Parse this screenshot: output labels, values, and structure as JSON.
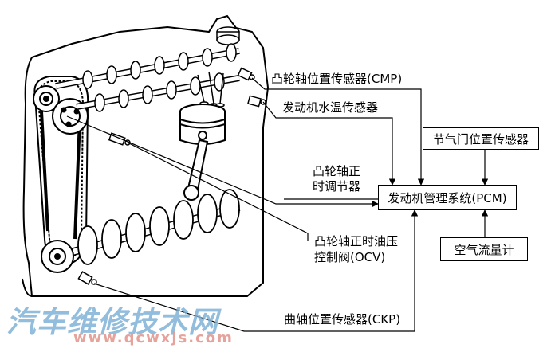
{
  "labels": {
    "cmp": "凸轮轴位置传感器(CMP)",
    "ect": "发动机水温传感器",
    "tps": "节气门位置传感器",
    "vvt_line1": "凸轮轴正",
    "vvt_line2": "时调节器",
    "pcm": "发动机管理系统(PCM)",
    "ocv_line1": "凸轮轴正时油压",
    "ocv_line2": "控制阀(OCV)",
    "maf": "空气流量计",
    "ckp": "曲轴位置传感器(CKP)"
  },
  "watermark": {
    "title": "汽车维修技术网",
    "url": "www.qcwxjs.com"
  },
  "colors": {
    "line": "#000000",
    "watermark_title": "#7fb2d6",
    "watermark_url": "#e39a92"
  }
}
